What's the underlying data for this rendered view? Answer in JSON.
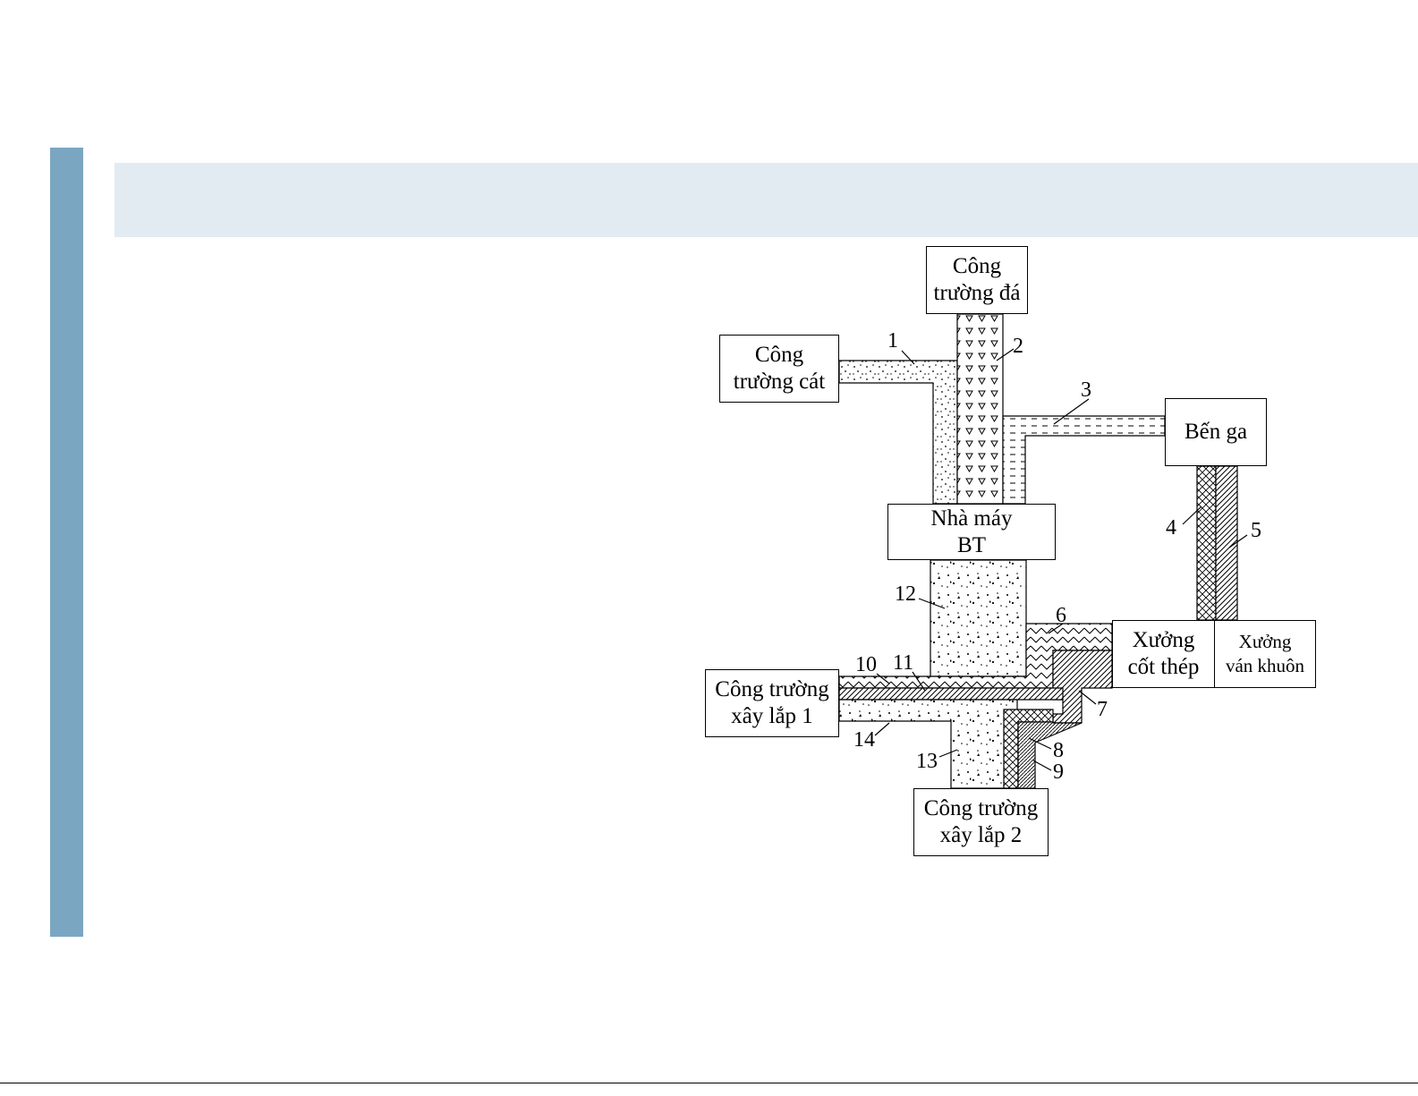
{
  "colors": {
    "sidebar": "#7aa6c2",
    "header_band": "#e3ebf2"
  },
  "nodes": {
    "da": {
      "line1": "Công",
      "line2": "trường đá"
    },
    "cat": {
      "line1": "Công",
      "line2": "trường cát"
    },
    "ga": {
      "line1": "Bến ga"
    },
    "bt": {
      "line1": "Nhà máy",
      "line2": "BT"
    },
    "ct": {
      "line1": "Xưởng",
      "line2": "cốt thép"
    },
    "vk": {
      "line1": "Xưởng",
      "line2": "ván khuôn"
    },
    "xl1": {
      "line1": "Công trường",
      "line2": "xây lắp 1"
    },
    "xl2": {
      "line1": "Công trường",
      "line2": "xây lắp 2"
    }
  },
  "flows": {
    "f1": "1",
    "f2": "2",
    "f3": "3",
    "f4": "4",
    "f5": "5",
    "f6": "6",
    "f7": "7",
    "f8": "8",
    "f9": "9",
    "f10": "10",
    "f11": "11",
    "f12": "12",
    "f13": "13",
    "f14": "14"
  }
}
